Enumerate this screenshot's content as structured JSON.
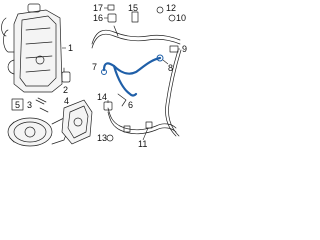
{
  "callouts": {
    "c1": "1",
    "c2": "2",
    "c3": "3",
    "c4": "4",
    "c5": "5",
    "c6": "6",
    "c7": "7",
    "c8": "8",
    "c9": "9",
    "c10": "10",
    "c11": "11",
    "c12": "12",
    "c13": "13",
    "c14": "14",
    "c15": "15",
    "c16": "16",
    "c17": "17"
  },
  "colors": {
    "highlight": "#1f5fa8",
    "line": "#222222"
  }
}
